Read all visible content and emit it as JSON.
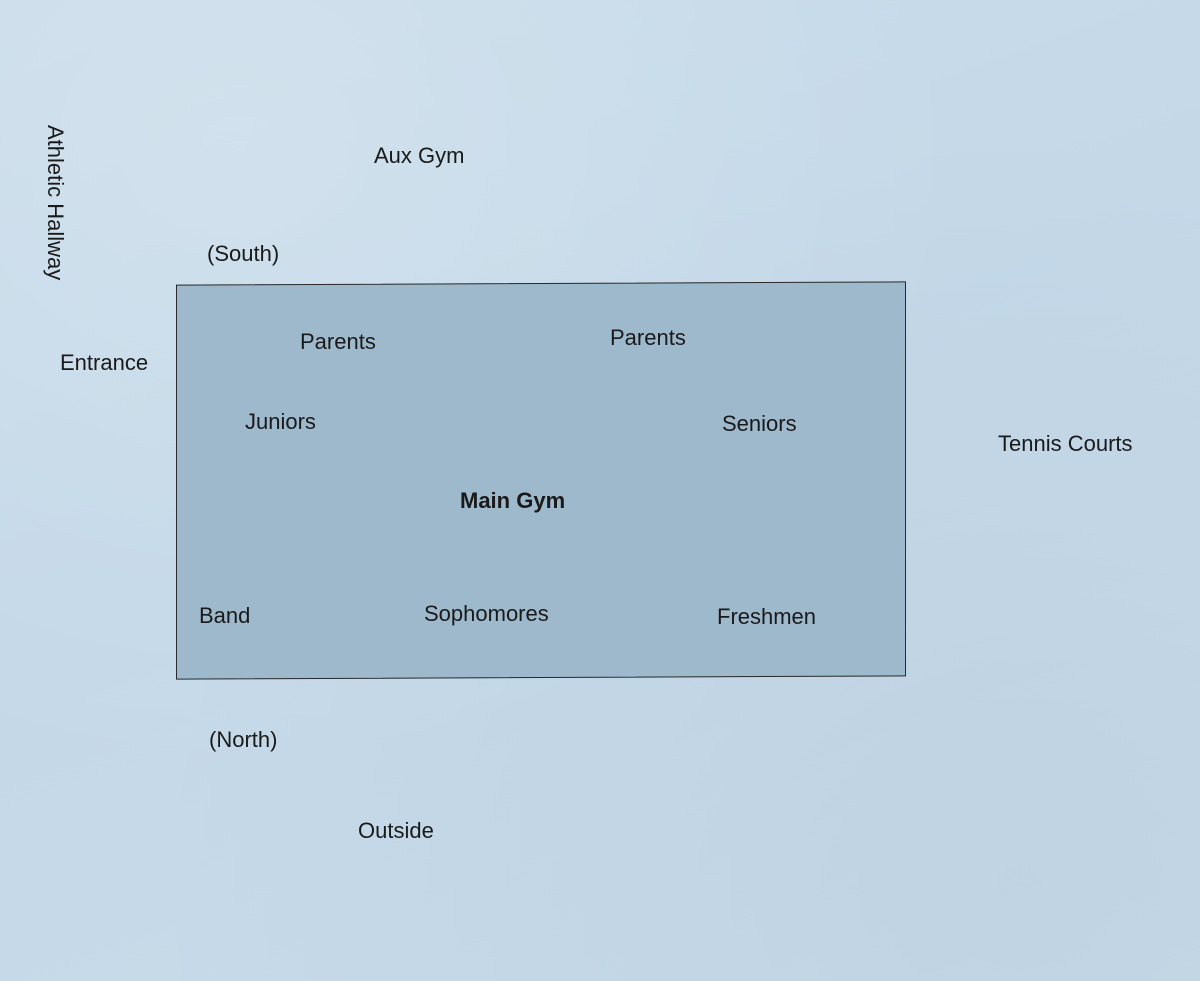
{
  "labels": {
    "athletic_hallway": "Athletic Hallway",
    "aux_gym": "Aux Gym",
    "south": "(South)",
    "entrance": "Entrance",
    "tennis_courts": "Tennis Courts",
    "north": "(North)",
    "outside": "Outside"
  },
  "main_gym": {
    "title": "Main Gym",
    "parents_left": "Parents",
    "parents_right": "Parents",
    "juniors": "Juniors",
    "seniors": "Seniors",
    "band": "Band",
    "sophomores": "Sophomores",
    "freshmen": "Freshmen"
  },
  "colors": {
    "background": "#c6d9e9",
    "gym_fill": "#9fb9cc",
    "border": "#2a2a2a",
    "text": "#1a1a1a"
  }
}
